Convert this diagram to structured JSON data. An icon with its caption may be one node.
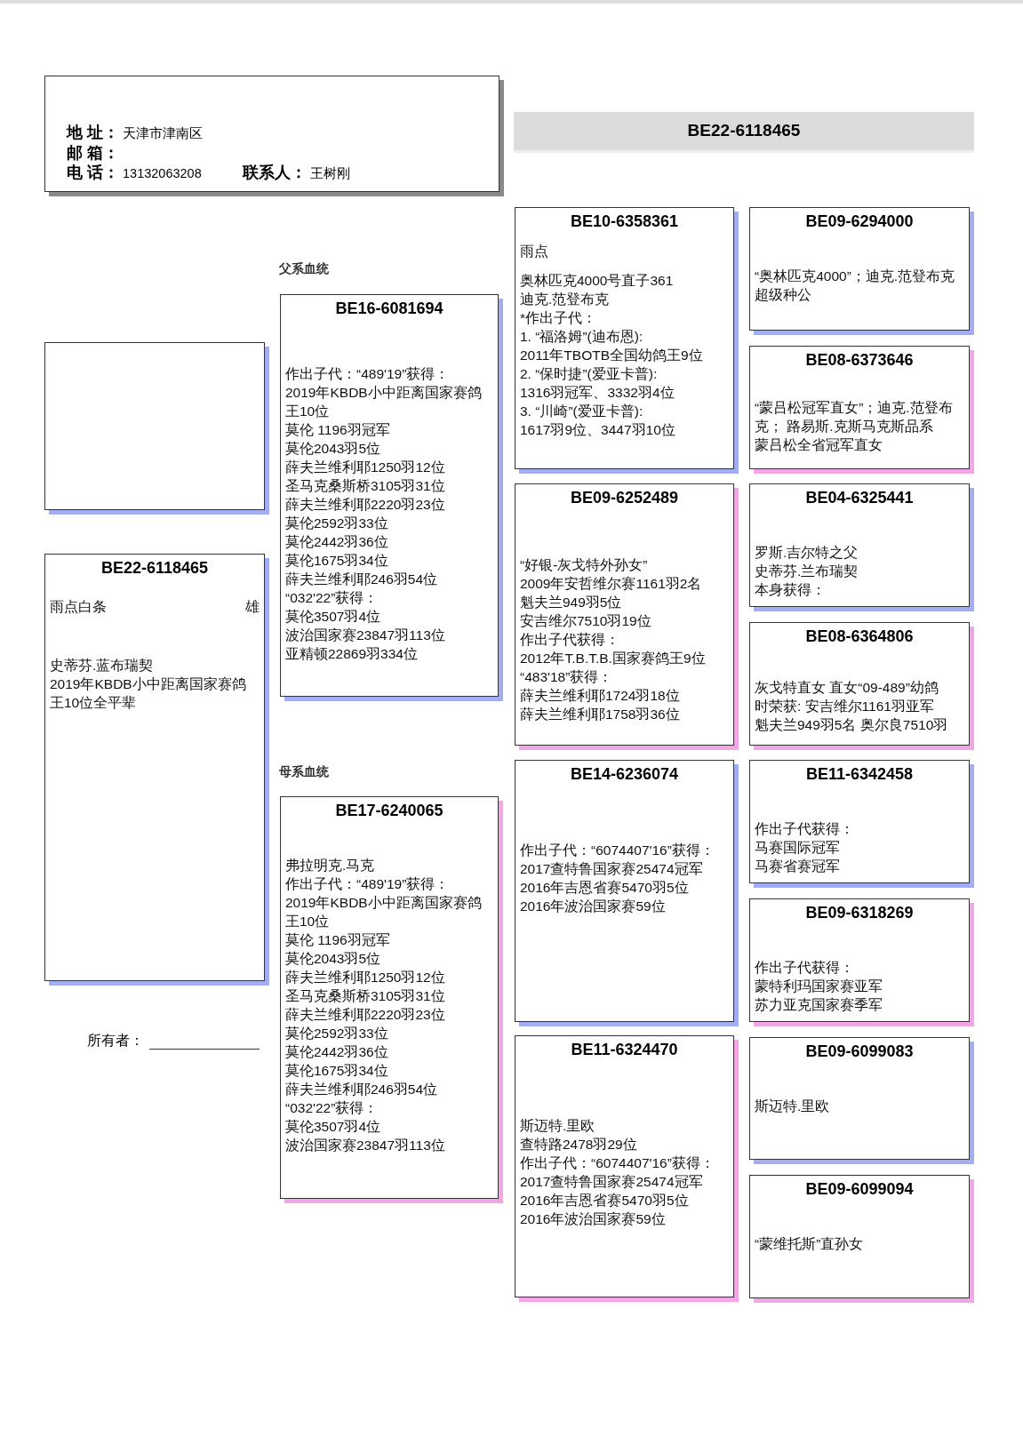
{
  "diagram": {
    "nodes": [
      {
        "text": [
          "地 址：",
          "天津市津南区",
          "邮 箱：",
          "电 话：",
          "13132063208",
          "联系人：",
          "王树刚"
        ]
      },
      {
        "text": [
          "BE22-6118465"
        ]
      },
      {
        "text": [],
        "shape": "box"
      },
      {
        "text": [
          "BE22-6118465",
          "雨点白条",
          "雄",
          "史蒂芬.蓝布瑞契",
          "2019年KBDB小中距离国家赛鸽王10位全平辈"
        ]
      },
      {
        "text": [
          "BE16-6081694",
          "作出子代：“489'19”获得：",
          "2019年KBDB小中距离国家赛鸽王10位",
          "莫伦 1196羽冠军",
          "莫伦2043羽5位",
          "薛夫兰维利耶1250羽12位",
          "圣马克桑斯桥3105羽31位",
          "薛夫兰维利耶2220羽23位",
          "莫伦2592羽33位",
          "莫伦2442羽36位",
          "莫伦1675羽34位",
          "薛夫兰维利耶246羽54位",
          "“032'22”获得：",
          "莫伦3507羽4位",
          "波治国家赛23847羽113位",
          "亚精顿22869羽334位"
        ]
      },
      {
        "text": [
          "BE17-6240065",
          "弗拉明克.马克",
          "作出子代：“489'19”获得：",
          "2019年KBDB小中距离国家赛鸽王10位",
          "莫伦 1196羽冠军",
          "莫伦2043羽5位",
          "薛夫兰维利耶1250羽12位",
          "圣马克桑斯桥3105羽31位",
          "薛夫兰维利耶2220羽23位",
          "莫伦2592羽33位",
          "莫伦2442羽36位",
          "莫伦1675羽34位",
          "薛夫兰维利耶246羽54位",
          "“032'22”获得：",
          "莫伦3507羽4位",
          "波治国家赛23847羽113位"
        ]
      },
      {
        "text": [
          "BE10-6358361",
          "雨点",
          "奥林匹克4000号直子361",
          "迪克.范登布克",
          "*作出子代：",
          "1. “福洛姆”(迪布恩):",
          "2011年TBOTB全国幼鸽王9位",
          "2. “保时捷”(爱亚卡普):",
          "1316羽冠军、3332羽4位",
          "3. “川崎”(爱亚卡普):",
          "1617羽9位、3447羽10位"
        ]
      },
      {
        "text": [
          "BE09-6294000",
          "“奥林匹克4000”；迪克.范登布克",
          "超级种公"
        ]
      },
      {
        "text": [
          "BE08-6373646",
          "“蒙吕松冠军直女”；迪克.范登布克； 路易斯.克斯马克斯品系",
          "蒙吕松全省冠军直女"
        ]
      },
      {
        "text": [
          "BE09-6252489",
          "“好银-灰戈特外孙女”",
          " 2009年安哲维尔赛1161羽2名",
          "魁夫兰949羽5位",
          "安吉维尔7510羽19位",
          "作出子代获得：",
          "2012年T.B.T.B.国家赛鸽王9位",
          "“483'18”获得：",
          "薛夫兰维利耶1724羽18位",
          "薛夫兰维利耶1758羽36位"
        ]
      },
      {
        "text": [
          "BE04-6325441",
          "罗斯.吉尔特之父",
          "史蒂芬.兰布瑞契",
          "本身获得："
        ]
      },
      {
        "text": [
          "BE08-6364806",
          "灰戈特直女 直女“09-489”幼鸽",
          "时荣获: 安吉维尔1161羽亚军",
          "魁夫兰949羽5名 奥尔良7510羽"
        ]
      },
      {
        "text": [
          "BE14-6236074",
          "作出子代：“6074407'16”获得：",
          "2017查特鲁国家赛25474冠军",
          "2016年吉恩省赛5470羽5位",
          "2016年波治国家赛59位"
        ]
      },
      {
        "text": [
          "BE11-6342458",
          "作出子代获得：",
          "马赛国际冠军",
          "马赛省赛冠军"
        ]
      },
      {
        "text": [
          "BE09-6318269",
          "作出子代获得：",
          "蒙特利玛国家赛亚军",
          "苏力亚克国家赛季军"
        ]
      },
      {
        "text": [
          "BE11-6324470",
          "斯迈特.里欧",
          "查特路2478羽29位",
          "作出子代：“6074407'16”获得：",
          "2017查特鲁国家赛25474冠军",
          "2016年吉恩省赛5470羽5位",
          "2016年波治国家赛59位"
        ]
      },
      {
        "text": [
          "BE09-6099083",
          "斯迈特.里欧"
        ]
      },
      {
        "text": [
          "BE09-6099094",
          "“蒙维托斯”直孙女"
        ]
      }
    ],
    "labels": [
      "父系血统",
      "母系血统",
      "所有者："
    ]
  }
}
